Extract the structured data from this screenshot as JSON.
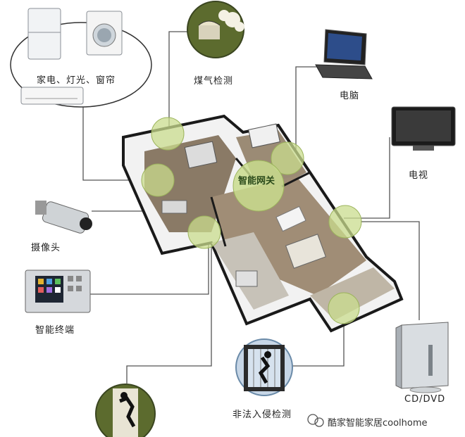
{
  "hub": {
    "label": "智能网关"
  },
  "devices": {
    "appliances": {
      "label": "家电、灯光、窗帘"
    },
    "gas": {
      "label": "煤气检测"
    },
    "computer": {
      "label": "电脑"
    },
    "tv": {
      "label": "电视"
    },
    "camera": {
      "label": "摄像头"
    },
    "terminal": {
      "label": "智能终端"
    },
    "intrusion": {
      "label": "非法入侵检测"
    },
    "dvd": {
      "label": "CD/DVD"
    }
  },
  "watermark": {
    "text": "酷家智能家居coolhome"
  },
  "colors": {
    "hub_green": "#c9dc8e",
    "wire": "#555555",
    "wall": "#1a1a1a",
    "floor": "#8a7a66"
  }
}
